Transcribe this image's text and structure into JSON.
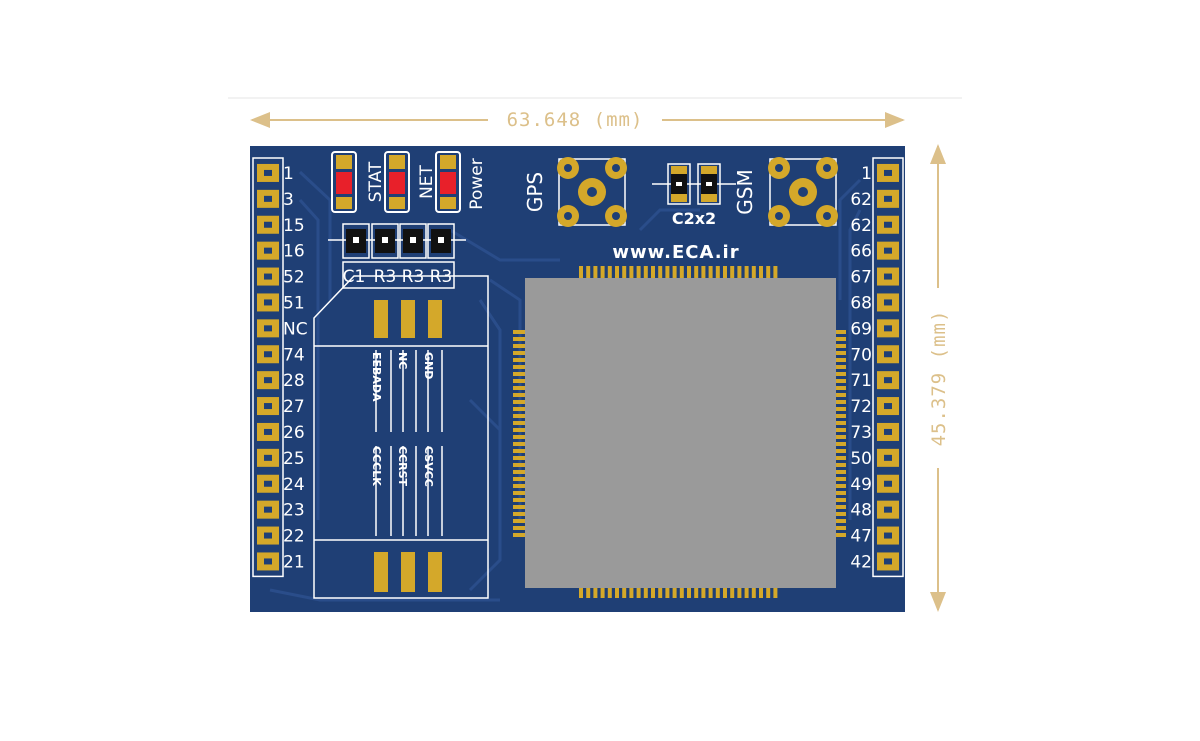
{
  "dimensions": {
    "width_label": "63.648 (mm)",
    "height_label": "45.379 (mm)"
  },
  "board": {
    "website": "www.ECA.ir",
    "gps_label": "GPS",
    "gsm_label": "GSM",
    "cap_label": "C2x2",
    "led_labels": [
      "STAT",
      "NET",
      "Power"
    ],
    "passive_labels": [
      "C1",
      "R3",
      "R3",
      "R3"
    ],
    "sim_labels": [
      "EEBADA",
      "NC",
      "GND",
      "CCCLK",
      "CCRST",
      "CSVCC"
    ],
    "left_pins": [
      "1",
      "3",
      "15",
      "16",
      "52",
      "51",
      "NC",
      "74",
      "28",
      "27",
      "26",
      "25",
      "24",
      "23",
      "22",
      "21"
    ],
    "right_pins": [
      "1",
      "62",
      "62",
      "66",
      "67",
      "68",
      "69",
      "70",
      "71",
      "72",
      "73",
      "50",
      "49",
      "48",
      "47",
      "42"
    ]
  },
  "colors": {
    "pcb": "#1f3f75",
    "pcb_trace": "#2a4d8a",
    "gold": "#d4a82a",
    "chip": "#9a9a9a",
    "led_red": "#e8202a",
    "dimension": "#dcc08a"
  }
}
